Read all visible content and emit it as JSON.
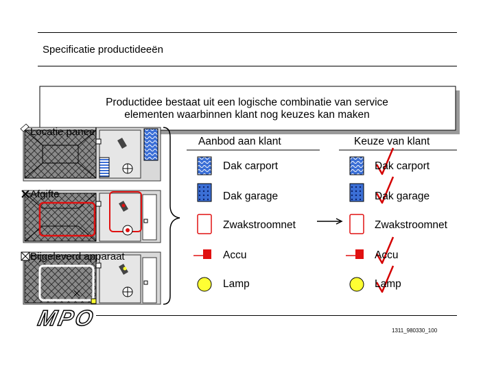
{
  "header": {
    "title": "Specificatie productideeën"
  },
  "callout": {
    "line1": "Productidee bestaat uit een logische combinatie van service",
    "line2": "elementen waarbinnen klant nog keuzes kan maken"
  },
  "left_panels": [
    {
      "label": "Locatie paneel"
    },
    {
      "label": "Afgifte"
    },
    {
      "label": "Bijgeleverd apparaat"
    }
  ],
  "offer": {
    "heading": "Aanbod aan klant",
    "items": [
      "Dak carport",
      "Dak garage",
      "Zwakstroomnet",
      "Accu",
      "Lamp"
    ]
  },
  "choice": {
    "heading": "Keuze van klant",
    "items": [
      "Dak carport",
      "Dak garage",
      "Zwakstroomnet",
      "Accu",
      "Lamp"
    ]
  },
  "footer": {
    "logo": "MPO",
    "code": "1311_980330_100"
  },
  "colors": {
    "solar_blue": "#3b6fd6",
    "lamp_yellow": "#ffff33",
    "accent_red": "#e01010",
    "check_red": "#d40000",
    "roof_gray": "#8a8a8a"
  }
}
